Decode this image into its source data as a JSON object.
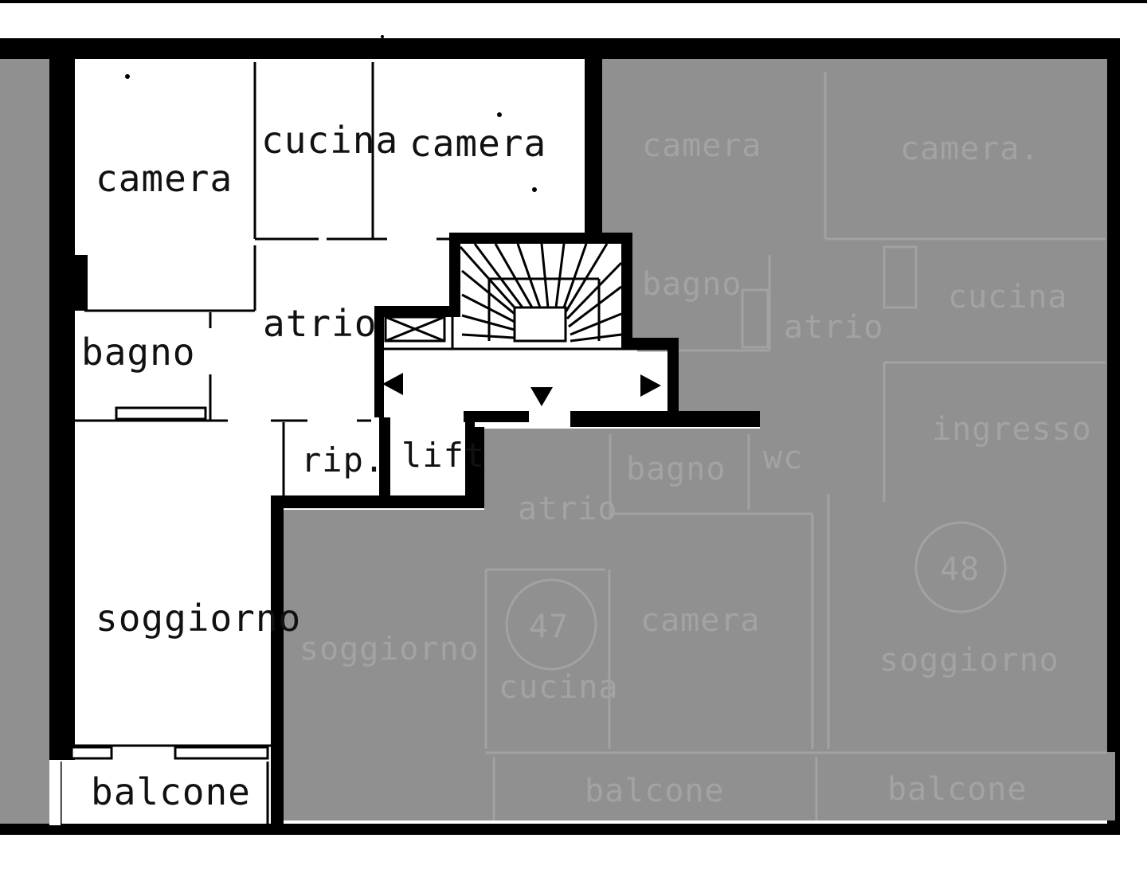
{
  "plan": {
    "rooms": {
      "camera_left": "camera",
      "cucina": "cucina",
      "camera_right": "camera",
      "atrio": "atrio",
      "bagno": "bagno",
      "ripostiglio": "rip.",
      "lift": "lift",
      "soggiorno": "soggiorno",
      "balcone": "balcone"
    },
    "masked_area": {
      "color": "#909090",
      "faint_labels": {
        "camera_1": "camera",
        "camera_2": "camera.",
        "bagno_1": "bagno",
        "atrio_1": "atrio",
        "cucina_1": "cucina",
        "ingresso": "ingresso",
        "bagno_2": "bagno",
        "wc": "wc",
        "atrio_2": "atrio",
        "soggiorno_1": "soggiorno",
        "unit_47": "47",
        "cucina_2": "cucina",
        "camera_3": "camera",
        "unit_48": "48",
        "soggiorno_2": "soggiorno",
        "balcone_1": "balcone",
        "balcone_2": "balcone"
      }
    },
    "stair_arrows": [
      "arrow-left-icon",
      "arrow-down-icon",
      "arrow-right-icon"
    ]
  }
}
